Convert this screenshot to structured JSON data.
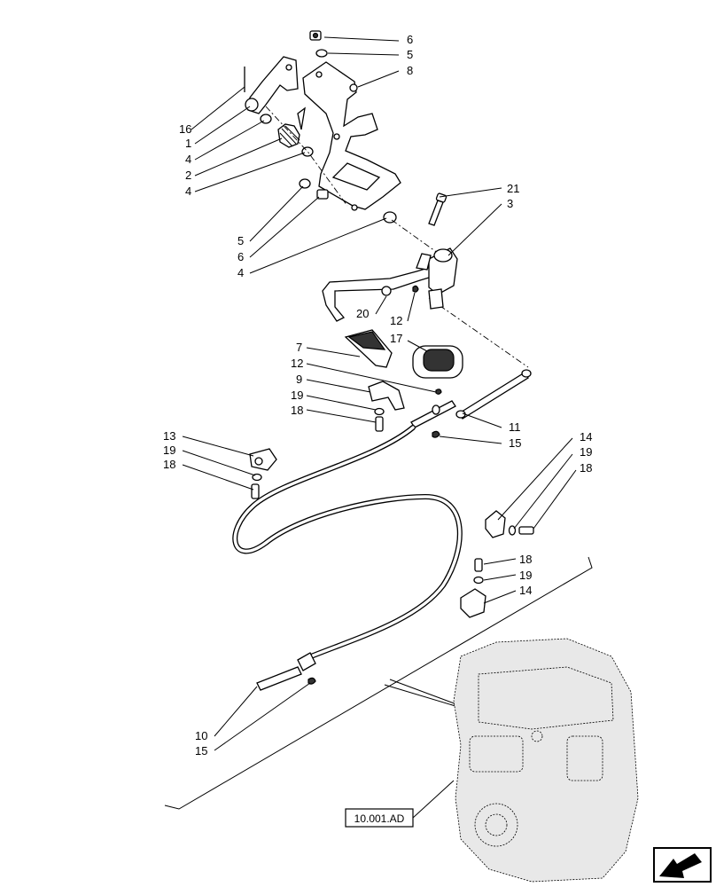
{
  "callouts": {
    "c6_top": "6",
    "c5_top": "5",
    "c8": "8",
    "c16": "16",
    "c1": "1",
    "c4_a": "4",
    "c2": "2",
    "c4_b": "4",
    "c5_mid": "5",
    "c6_mid": "6",
    "c4_c": "4",
    "c21": "21",
    "c3": "3",
    "c20": "20",
    "c12_a": "12",
    "c17": "17",
    "c7": "7",
    "c12_b": "12",
    "c9": "9",
    "c19_a": "19",
    "c18_a": "18",
    "c11": "11",
    "c15_a": "15",
    "c13": "13",
    "c19_b": "19",
    "c18_b": "18",
    "c14_a": "14",
    "c19_c": "19",
    "c18_c": "18",
    "c18_d": "18",
    "c19_d": "19",
    "c14_b": "14",
    "c10": "10",
    "c15_b": "15"
  },
  "reference": {
    "label": "10.001.AD"
  },
  "nav_icon": "next-page-arrow-icon"
}
